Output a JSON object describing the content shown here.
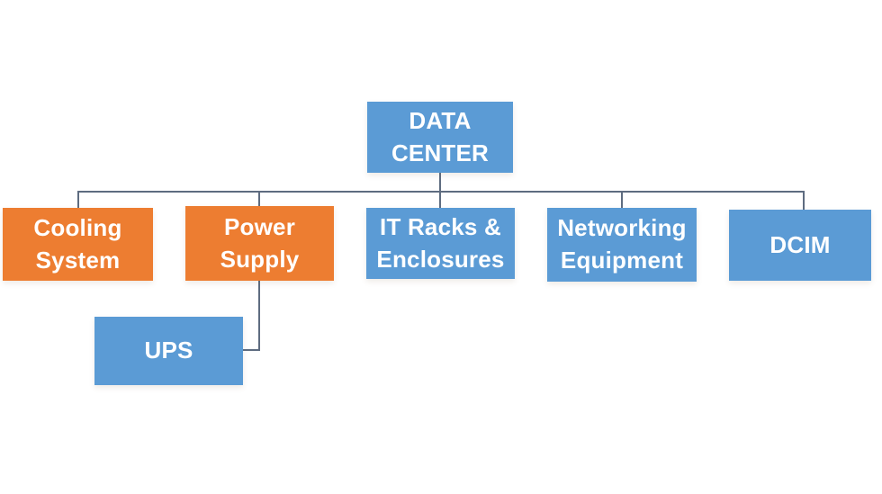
{
  "palette": {
    "background": "#FFFFFF",
    "node_blue": "#5B9BD5",
    "node_orange": "#ED7D31",
    "connector": "#5E6C80",
    "text": "#FFFFFF"
  },
  "diagram": {
    "type": "org-chart-hierarchy",
    "nodes": [
      {
        "id": "data-center",
        "label": "DATA\nCENTER",
        "color": "blue",
        "level": 1,
        "parent": null
      },
      {
        "id": "cooling-system",
        "label": "Cooling\nSystem",
        "color": "orange",
        "level": 2,
        "parent": "data-center"
      },
      {
        "id": "power-supply",
        "label": "Power\nSupply",
        "color": "orange",
        "level": 2,
        "parent": "data-center"
      },
      {
        "id": "it-racks-enclosures",
        "label": "IT Racks &\nEnclosures",
        "color": "blue",
        "level": 2,
        "parent": "data-center"
      },
      {
        "id": "networking-equipment",
        "label": "Networking\nEquipment",
        "color": "blue",
        "level": 2,
        "parent": "data-center"
      },
      {
        "id": "dcim",
        "label": "DCIM",
        "color": "blue",
        "level": 2,
        "parent": "data-center"
      },
      {
        "id": "ups",
        "label": "UPS",
        "color": "blue",
        "level": 3,
        "parent": "power-supply"
      }
    ]
  }
}
